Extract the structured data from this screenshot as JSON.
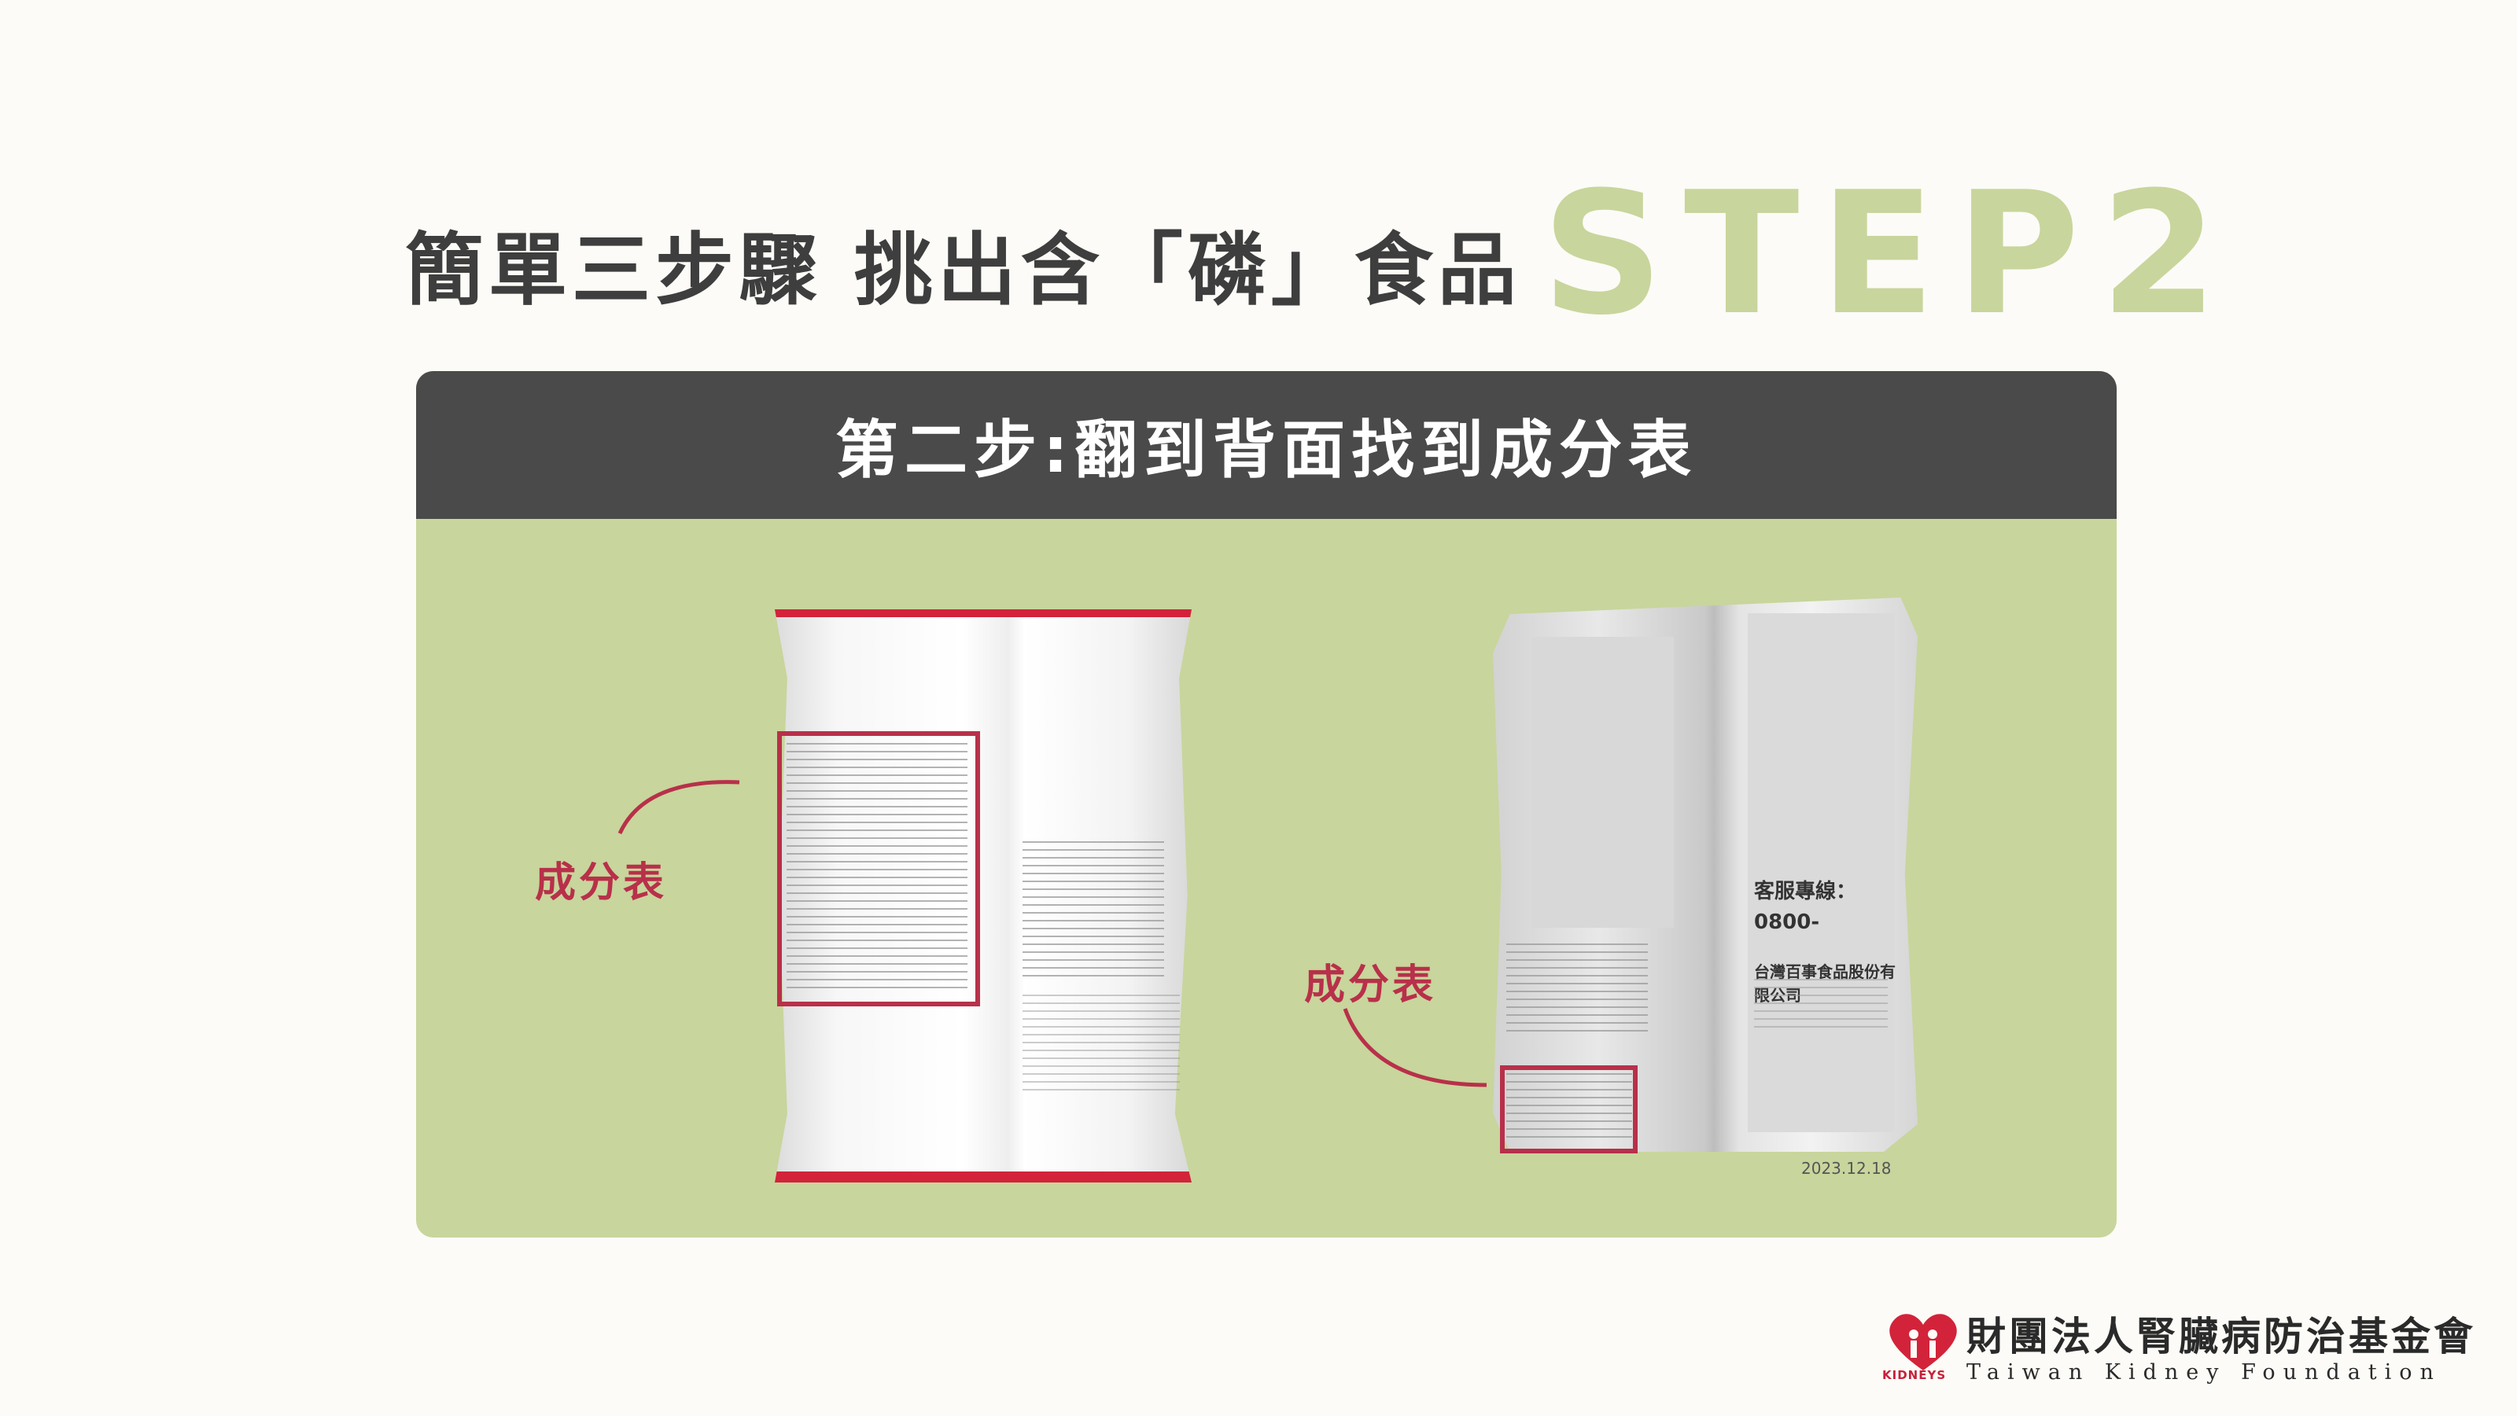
{
  "heading": {
    "title": "簡單三步驟 挑出含「磷」食品",
    "step": "STEP2",
    "step_color": "#c8d59c"
  },
  "panel": {
    "header": "第二步:翻到背面找到成分表",
    "header_bg": "#4a4a4a",
    "body_bg": "#c8d59c"
  },
  "callouts": {
    "left_label": "成分表",
    "right_label": "成分表",
    "accent_color": "#b8304a"
  },
  "bag_right": {
    "hotline": "客服專線：0800-",
    "company": "台灣百事食品股份有限公司",
    "date": "2023.12.18"
  },
  "foundation": {
    "name_cn": "財團法人腎臟病防治基金會",
    "name_en": "Taiwan Kidney Foundation",
    "logo_text": "KIDNEYS",
    "logo_icon": "heart-family-icon"
  }
}
